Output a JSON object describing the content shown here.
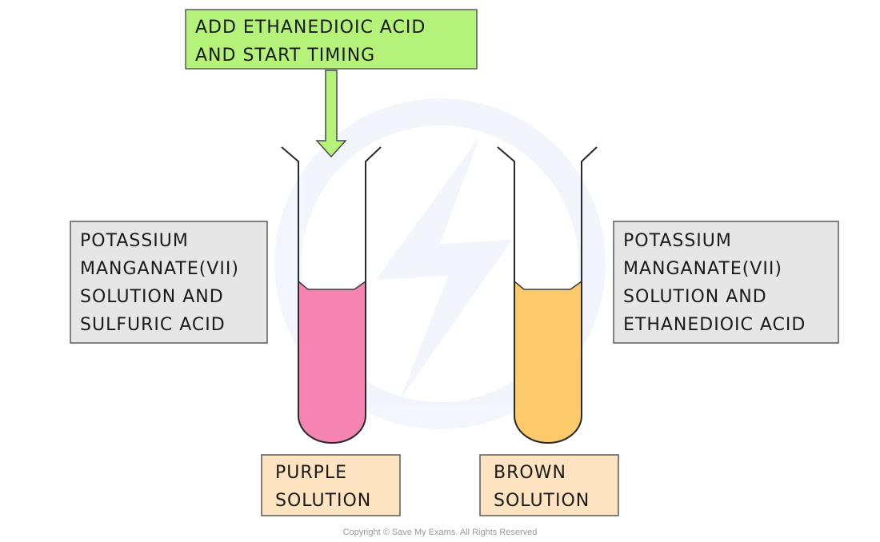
{
  "instruction_box": {
    "lines": [
      "ADD ETHANEDIOIC ACID",
      "AND START TIMING"
    ],
    "fill": "#b5f27a"
  },
  "left_label": {
    "lines": [
      "POTASSIUM",
      "MANGANATE(VII)",
      "SOLUTION AND",
      "SULFURIC ACID"
    ],
    "fill": "#e6e6e6"
  },
  "right_label": {
    "lines": [
      "POTASSIUM",
      "MANGANATE(VII)",
      "SOLUTION AND",
      "ETHANEDIOIC ACID"
    ],
    "fill": "#e6e6e6"
  },
  "left_result": {
    "lines": [
      "PURPLE",
      "SOLUTION"
    ],
    "fill": "#fde3c0"
  },
  "right_result": {
    "lines": [
      "BROWN",
      "SOLUTION"
    ],
    "fill": "#fde3c0"
  },
  "tubes": {
    "left_liquid_color": "#f584b0",
    "right_liquid_color": "#fcc96b"
  },
  "arrow": {
    "fill": "#b5f27a"
  },
  "copyright": "Copyright © Save My Exams. All Rights Reserved"
}
